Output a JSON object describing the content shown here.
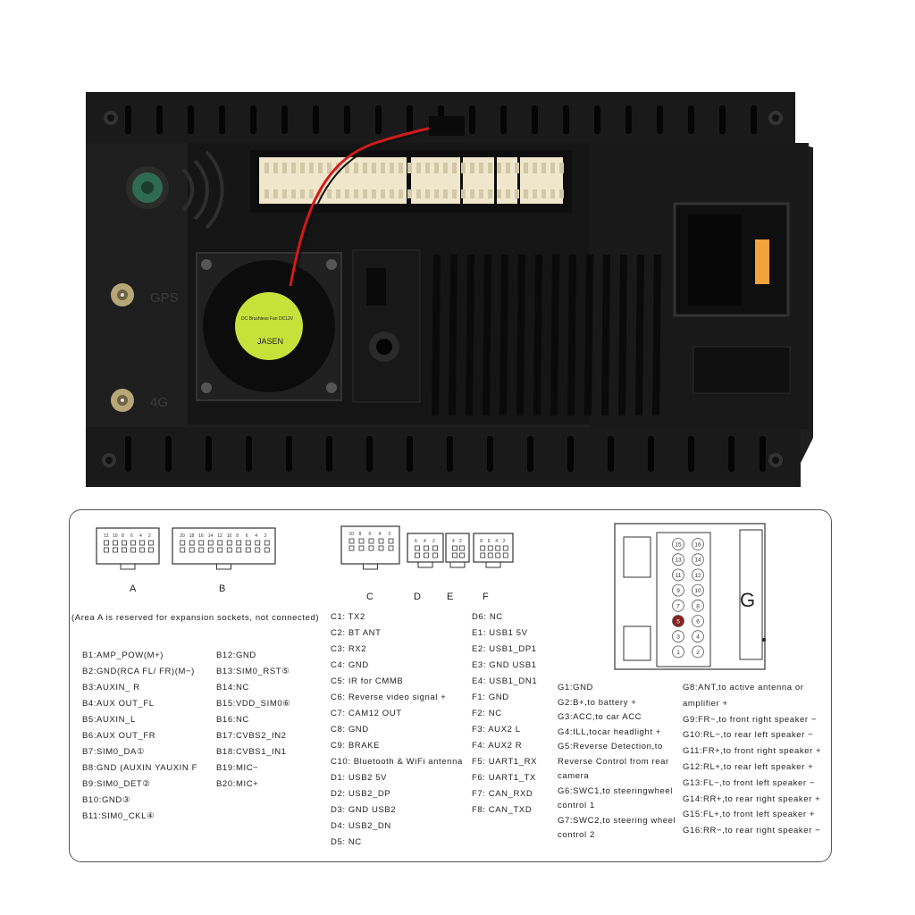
{
  "product_photo": {
    "labels": {
      "gps": "GPS",
      "lte": "4G"
    },
    "fan_label": "JASEN",
    "fan_model": "DC Brushless Fan DC12V"
  },
  "connectors": {
    "letters": [
      "A",
      "B",
      "C",
      "D",
      "E",
      "F",
      "G"
    ],
    "a_pins": [
      "12",
      "10",
      "8",
      "6",
      "4",
      "2"
    ],
    "b_pins": [
      "20",
      "18",
      "16",
      "14",
      "12",
      "10",
      "8",
      "6",
      "4",
      "2"
    ],
    "c_pins": [
      "10",
      "8",
      "6",
      "4",
      "2"
    ],
    "d_pins": [
      "6",
      "4",
      "2"
    ],
    "e_pins": [
      "4",
      "2"
    ],
    "f_pins": [
      "8",
      "6",
      "4",
      "2"
    ],
    "g_pins_left": [
      "15",
      "13",
      "11",
      "9",
      "7",
      "5",
      "3",
      "1"
    ],
    "g_pins_right": [
      "16",
      "14",
      "12",
      "10",
      "8",
      "6",
      "4",
      "2"
    ]
  },
  "note": "(Area A is reserved for expansion sockets, not connected)",
  "col_b1": [
    "B1:AMP_POW(M+)",
    "B2:GND(RCA FL/ FR)(M−)",
    "B3:AUXIN_ R",
    "B4:AUX OUT_FL",
    "B5:AUXIN_L",
    "B6:AUX OUT_FR",
    "B7:SIM0_DA①",
    "B8:GND (AUXIN YAUXIN F",
    "B9:SIM0_DET②",
    "B10:GND③",
    "B11:SIM0_CKL④"
  ],
  "col_b2": [
    "B12:GND",
    "B13:SIM0_RST⑤",
    "B14:NC",
    "B15:VDD_SIM0⑥",
    "B16:NC",
    "B17:CVBS2_IN2",
    "B18:CVBS1_IN1",
    "B19:MIC−",
    "B20:MIC+"
  ],
  "col_c": [
    "C1: TX2",
    "C2: BT ANT",
    "C3: RX2",
    "C4: GND",
    "C5: IR for CMMB",
    "C6: Reverse video signal +",
    "C7: CAM12 OUT",
    "C8: GND",
    "C9: BRAKE",
    "C10: Bluetooth & WiFi antenna",
    "D1: USB2 5V",
    "D2: USB2_DP",
    "D3: GND USB2",
    "D4: USB2_DN",
    "D5: NC"
  ],
  "col_d": [
    "D6: NC",
    "E1: USB1 5V",
    "E2: USB1_DP1",
    "E3: GND USB1",
    "E4: USB1_DN1",
    "F1: GND",
    "F2: NC",
    "F3: AUX2 L",
    "F4: AUX2 R",
    "F5: UART1_RX",
    "F6: UART1_TX",
    "F7: CAN_RXD",
    "F8: CAN_TXD"
  ],
  "col_g1": [
    "G1:GND",
    "G2:B+,to battery +",
    "G3:ACC,to car ACC",
    "G4:ILL,tocar headlight +",
    "G5:Reverse Detection,to",
    "Reverse Control from rear",
    "camera",
    "G6:SWC1,to steeringwheel",
    "control 1",
    "G7:SWC2,to steering wheel",
    "control 2"
  ],
  "col_g2": [
    "G8:ANT,to active antenna or",
    "amplifier +",
    "G9:FR−,to front right speaker −",
    "G10:RL−,to rear left speaker −",
    "G11:FR+,to front right speaker +",
    "G12:RL+,to rear left speaker +",
    "G13:FL−,to front left speaker −",
    "G14:RR+,to rear right speaker +",
    "G15:FL+,to front left speaker +",
    "G16:RR−,to rear right speaker −"
  ],
  "colors": {
    "body": "#1c1c1c",
    "connector_white": "#efe6cc",
    "fan_sticker": "#c6e23a",
    "red_wire": "#d11a1a",
    "fuse": "#f2a33a",
    "g_pin_highlight": "#8b2323"
  }
}
